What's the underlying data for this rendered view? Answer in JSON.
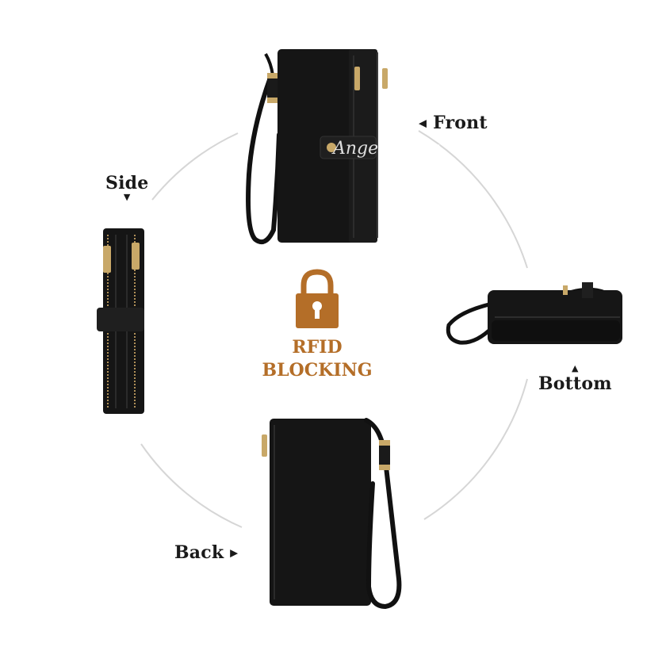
{
  "labels": {
    "front": "Front",
    "side": "Side",
    "bottom": "Bottom",
    "back": "Back"
  },
  "center": {
    "line1": "RFID",
    "line2": "BLOCKING",
    "icon": "padlock-icon"
  },
  "watermark": "Angel NaNa",
  "colors": {
    "accent": "#b46e28",
    "wallet": "#141414",
    "hardware": "#c8a868",
    "circle": "#d6d6d6"
  }
}
